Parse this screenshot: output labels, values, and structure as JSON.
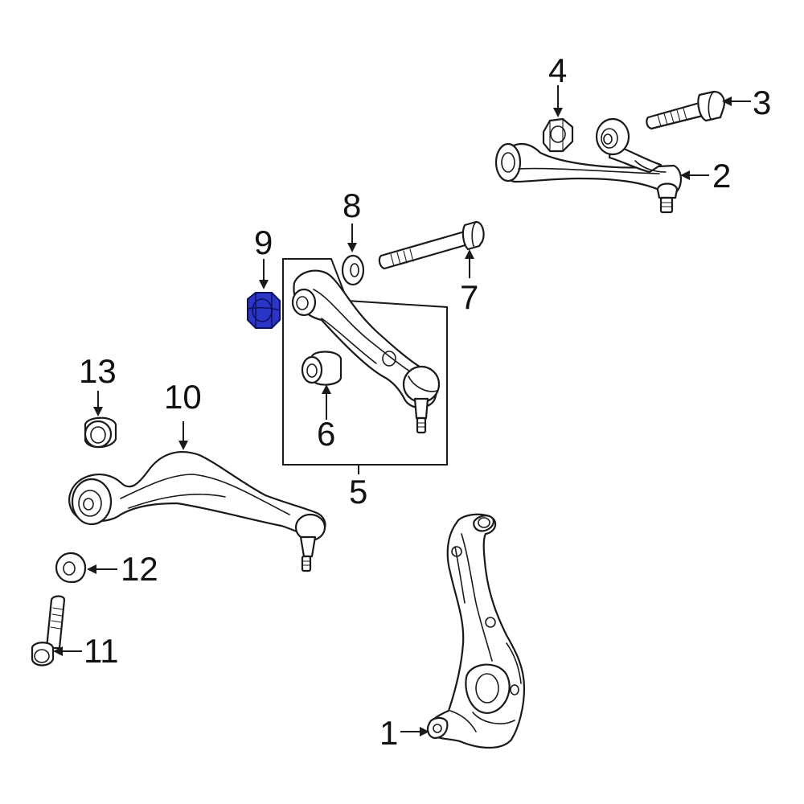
{
  "diagram": {
    "highlight_color": "#2b35c8",
    "callouts": [
      {
        "id": "1",
        "label": "1"
      },
      {
        "id": "2",
        "label": "2"
      },
      {
        "id": "3",
        "label": "3"
      },
      {
        "id": "4",
        "label": "4"
      },
      {
        "id": "5",
        "label": "5"
      },
      {
        "id": "6",
        "label": "6"
      },
      {
        "id": "7",
        "label": "7"
      },
      {
        "id": "8",
        "label": "8"
      },
      {
        "id": "9",
        "label": "9"
      },
      {
        "id": "10",
        "label": "10"
      },
      {
        "id": "11",
        "label": "11"
      },
      {
        "id": "12",
        "label": "12"
      },
      {
        "id": "13",
        "label": "13"
      }
    ],
    "highlighted_part": "9"
  }
}
